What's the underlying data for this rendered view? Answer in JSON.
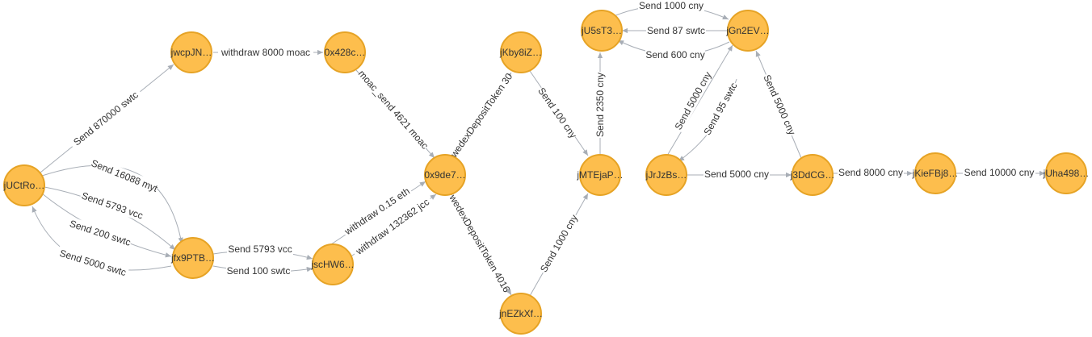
{
  "colors": {
    "node_fill": "#FDBE4D",
    "node_stroke": "#E6A325",
    "edge": "#A8AEB6",
    "text": "#333333"
  },
  "nodes": {
    "n_jUCtRo": "jUCtRo…",
    "n_jwcpJN": "jwcpJN…",
    "n_0x428c": "0x428c…",
    "n_jfx9PTB": "jfx9PTB…",
    "n_jscHW6": "jscHW6…",
    "n_0x9de7": "0x9de7…",
    "n_jKby8iZ": "jKby8iZ…",
    "n_jnEZkXf": "jnEZkXf…",
    "n_jMTEjaP": "jMTEjaP…",
    "n_jU5sT3": "jU5sT3…",
    "n_jGn2EV": "jGn2EV…",
    "n_jJrJzBs": "jJrJzBs…",
    "n_j3DdCG": "j3DdCG…",
    "n_jKieFBj8": "jKieFBj8…",
    "n_jUha498": "jUha498…"
  },
  "edges": {
    "e1": "Send 870000 swtc",
    "e2": "withdraw 8000 moac",
    "e3": "moac_send 4621 moac",
    "e4": "Send 16088 myt",
    "e5": "Send 5793 vcc",
    "e6": "Send 200 swtc",
    "e7": "Send 5000 swtc",
    "e8": "Send 5793 vcc",
    "e9": "Send 100 swtc",
    "e10": "withdraw 0.15 eth",
    "e11": "withdraw 132362 jcc",
    "e12": "wedexDepositToken 30",
    "e13": "wedexDepositToken 4016",
    "e14": "Send 100 cny",
    "e15": "Send 1000 cny",
    "e16": "Send 2350 cny",
    "e17": "Send 1000 cny",
    "e18": "Send 87 swtc",
    "e19": "Send 600 cny",
    "e20": "Send 5000 cny",
    "e21": "Send 95 swtc",
    "e22": "Send 5000 cny",
    "e23": "Send 5000 cny",
    "e24": "Send 8000 cny",
    "e25": "Send 10000 cny"
  }
}
